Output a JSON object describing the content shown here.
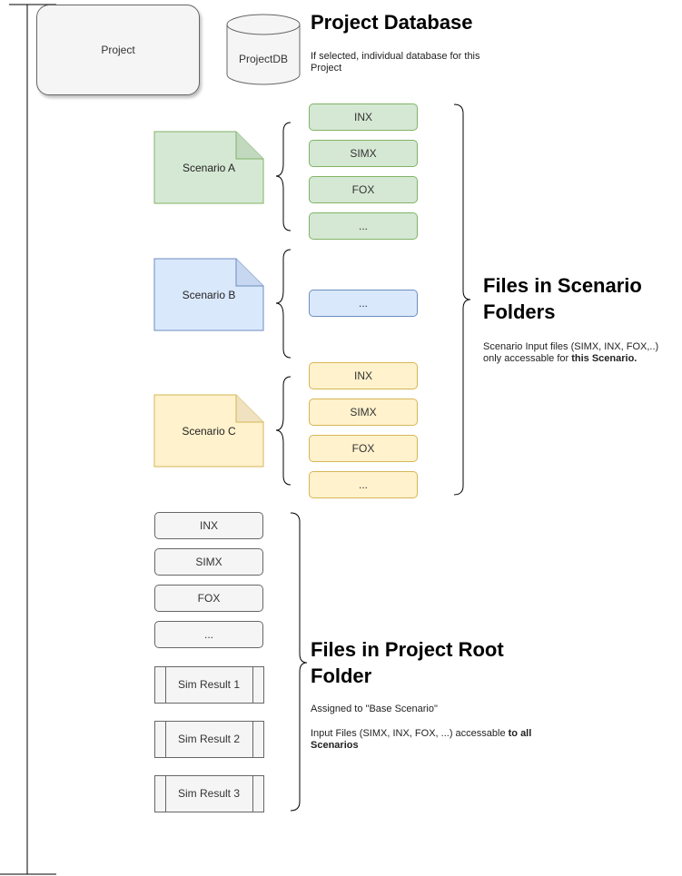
{
  "project": {
    "label": "Project"
  },
  "database": {
    "label": "ProjectDB",
    "heading": "Project Database",
    "description": "If selected, individual database for this Project"
  },
  "scenarios": [
    {
      "label": "Scenario A",
      "color": "green",
      "files": [
        "INX",
        "SIMX",
        "FOX",
        "..."
      ]
    },
    {
      "label": "Scenario B",
      "color": "blue",
      "files": [
        "..."
      ]
    },
    {
      "label": "Scenario C",
      "color": "yellow",
      "files": [
        "INX",
        "SIMX",
        "FOX",
        "..."
      ]
    }
  ],
  "scenario_folders": {
    "heading_line1": "Files in Scenario",
    "heading_line2": "Folders",
    "desc_plain": "Scenario Input files (SIMX, INX, FOX,..) only accessable for ",
    "desc_bold": "this Scenario."
  },
  "root_files": [
    "INX",
    "SIMX",
    "FOX",
    "..."
  ],
  "sim_results": [
    "Sim Result 1",
    "Sim Result 2",
    "Sim Result 3"
  ],
  "root_folder": {
    "heading_line1": "Files in Project Root",
    "heading_line2": "Folder",
    "assigned": "Assigned to \"Base Scenario\"",
    "desc_plain": "Input Files (SIMX, INX, FOX, ...) accessable ",
    "desc_bold": "to all Scenarios"
  },
  "colors": {
    "green_fill": "#d5e8d4",
    "green_stroke": "#82b366",
    "blue_fill": "#dae8fc",
    "blue_stroke": "#6c8ebf",
    "yellow_fill": "#fff2cc",
    "yellow_stroke": "#d6b656",
    "grey_fill": "#f5f5f5",
    "grey_stroke": "#666666"
  }
}
